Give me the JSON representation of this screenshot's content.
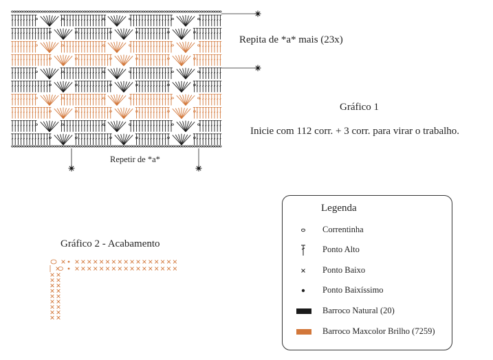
{
  "chart1": {
    "title": "Gráfico 1",
    "repeat_right": "Repita de *a* mais (23x)",
    "repeat_bottom": "Repetir de *a*",
    "instruction": "Inicie com 112 corr. + 3 corr. para virar o trabalho."
  },
  "chart2": {
    "title": "Gráfico 2 - Acabamento"
  },
  "legend": {
    "title": "Legenda",
    "items": [
      {
        "symbol": "correntinha-icon",
        "label": "Correntinha"
      },
      {
        "symbol": "ponto-alto-icon",
        "label": "Ponto Alto"
      },
      {
        "symbol": "ponto-baixo-icon",
        "label": "Ponto Baixo"
      },
      {
        "symbol": "ponto-baixissimo-icon",
        "label": "Ponto Baixíssimo"
      },
      {
        "symbol": "swatch-natural",
        "label": "Barroco Natural (20)",
        "color": "#1a1a1a"
      },
      {
        "symbol": "swatch-maxcolor",
        "label": "Barroco Maxcolor Brilho (7259)",
        "color": "#d2773a"
      }
    ]
  },
  "colors": {
    "natural": "#1a1a1a",
    "maxcolor": "#d2773a"
  },
  "row_colors": [
    "natural",
    "natural",
    "maxcolor",
    "maxcolor",
    "natural",
    "natural",
    "maxcolor",
    "maxcolor",
    "natural",
    "natural"
  ]
}
